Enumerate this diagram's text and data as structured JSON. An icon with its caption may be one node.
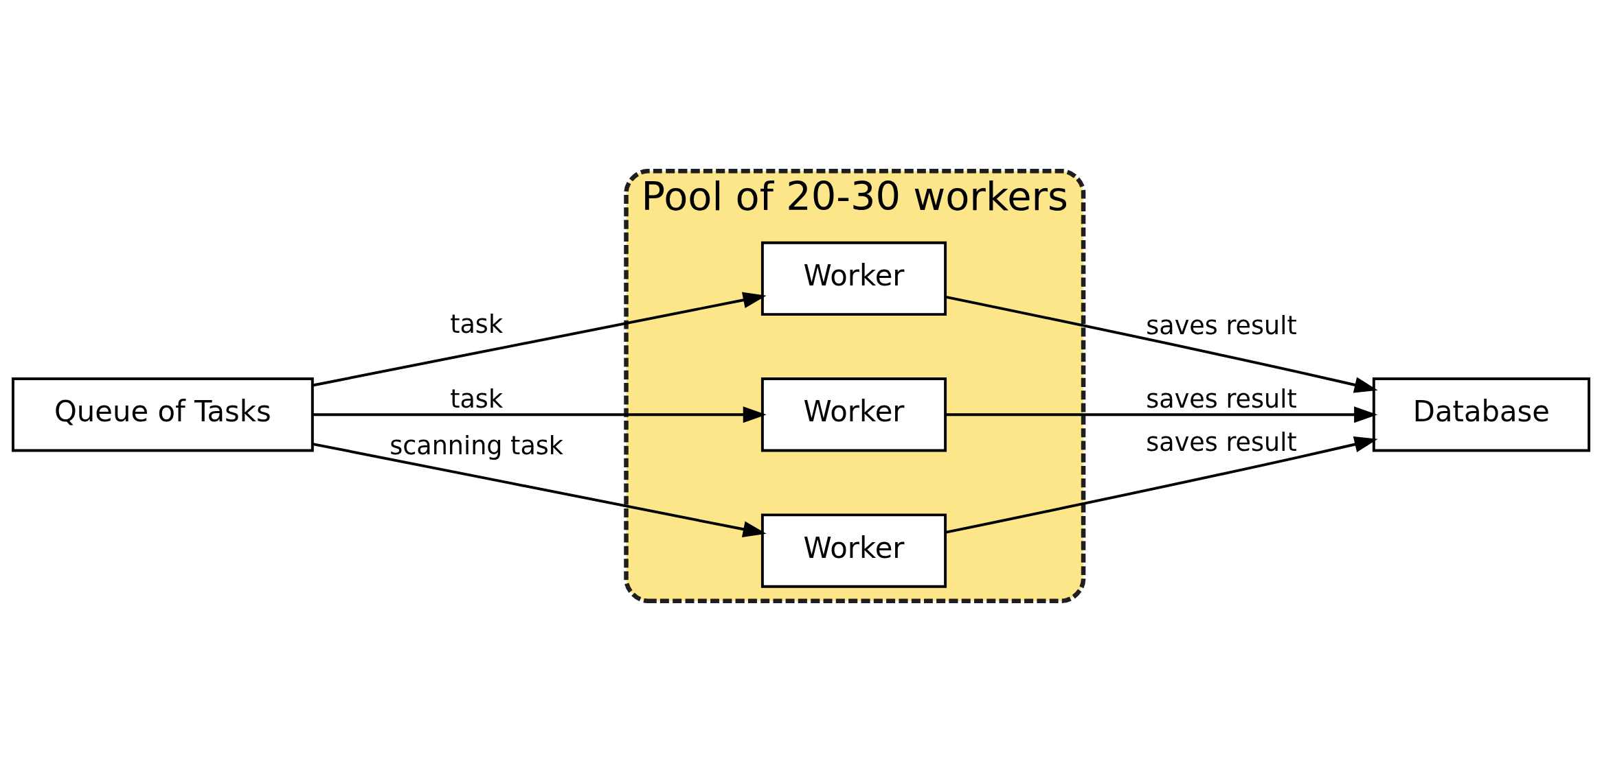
{
  "diagram": {
    "nodes": [
      {
        "text": [
          "Queue of Tasks"
        ]
      },
      {
        "text": [
          "Pool of 20-30 workers"
        ]
      },
      {
        "text": [
          "Worker"
        ],
        "in": 1
      },
      {
        "text": [
          "Worker"
        ],
        "in": 1
      },
      {
        "text": [
          "Worker"
        ],
        "in": 1
      },
      {
        "text": [
          "Database"
        ]
      }
    ],
    "edges": [
      {
        "from": 0,
        "to": 2,
        "arrow": "to",
        "label": "task"
      },
      {
        "from": 0,
        "to": 3,
        "arrow": "to",
        "label": "task"
      },
      {
        "from": 0,
        "to": 4,
        "arrow": "to",
        "label": "scanning task"
      },
      {
        "from": 2,
        "to": 5,
        "arrow": "to",
        "label": "saves result"
      },
      {
        "from": 3,
        "to": 5,
        "arrow": "to",
        "label": "saves result"
      },
      {
        "from": 4,
        "to": 5,
        "arrow": "to",
        "label": "saves result"
      }
    ]
  }
}
